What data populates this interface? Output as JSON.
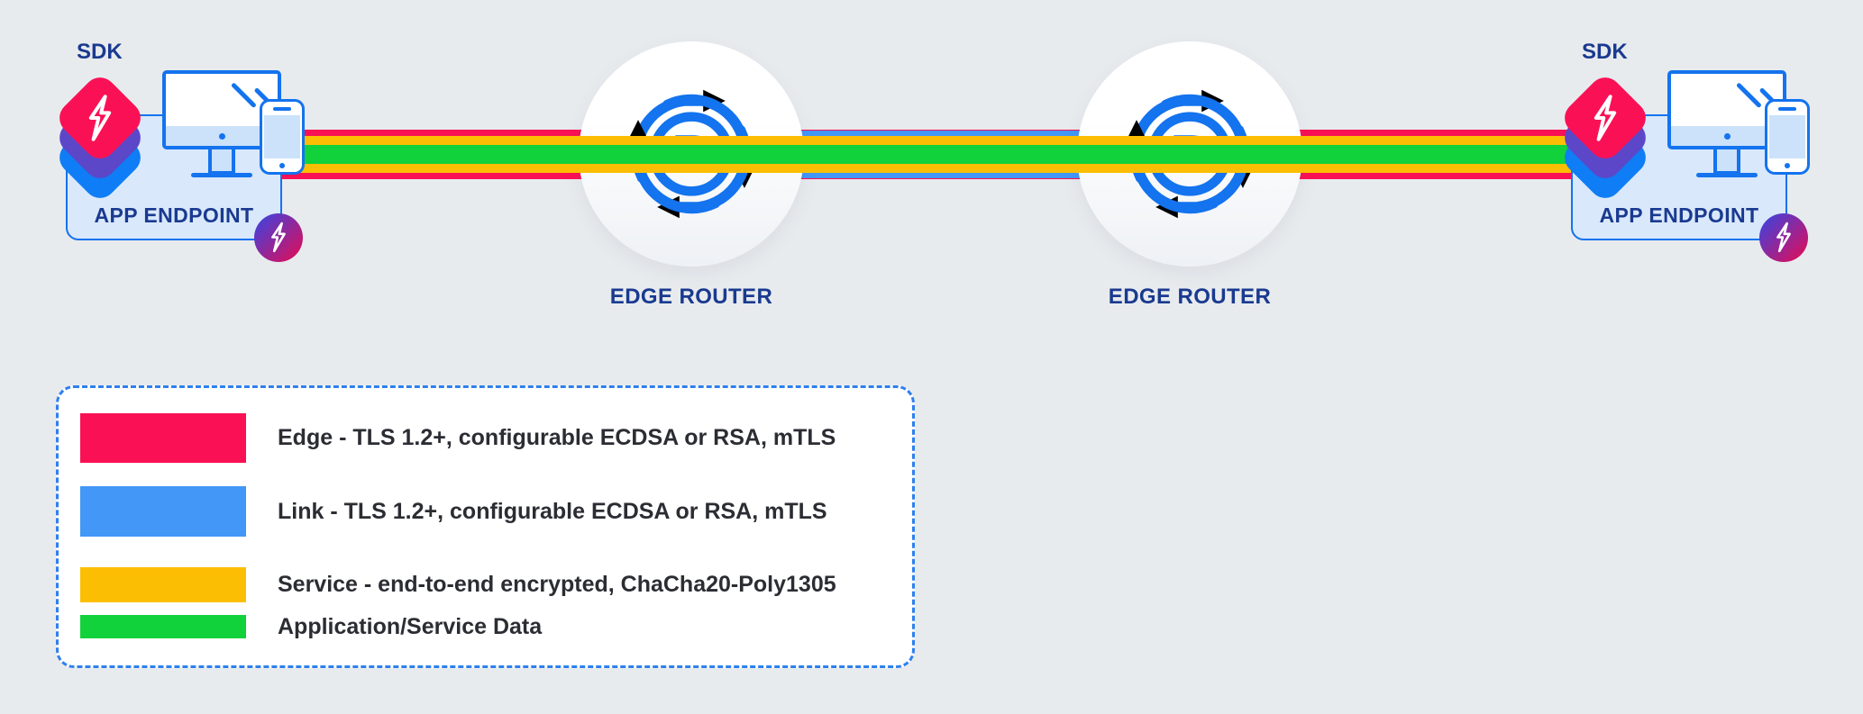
{
  "colors": {
    "bg": "#E8EBEE",
    "red": "#FA1155",
    "link-blue": "#4297F7",
    "yellow": "#FCBE03",
    "green": "#11D23B",
    "icon-blue": "#1473EE",
    "box-fill": "#D9E8FB",
    "navy": "#1A3A90",
    "legend-border": "#2F80ED",
    "sdk-purple": "#5C47C9",
    "sdk-blue": "#0F7DF5",
    "badge-from": "#4F3DD0",
    "badge-to": "#CE1367",
    "legend-text": "#2B2D33"
  },
  "endpoint": {
    "sdk_label": "SDK",
    "label": "APP ENDPOINT"
  },
  "router": {
    "label": "EDGE ROUTER",
    "icon_letter": "R"
  },
  "stripes": {
    "edge_color": "#FA1155",
    "link_color": "#4297F7",
    "service_color": "#FCBE03",
    "data_color": "#11D23B"
  },
  "legend": {
    "items": [
      {
        "id": "edge",
        "label": "Edge - TLS 1.2+, configurable ECDSA or RSA, mTLS",
        "color": "#FA1155"
      },
      {
        "id": "link",
        "label": "Link - TLS 1.2+, configurable ECDSA or RSA, mTLS",
        "color": "#4297F7"
      },
      {
        "id": "service",
        "label": "Service - end-to-end encrypted, ChaCha20-Poly1305",
        "color": "#FCBE03"
      },
      {
        "id": "data",
        "label": "Application/Service Data",
        "color": "#11D23B"
      }
    ]
  }
}
